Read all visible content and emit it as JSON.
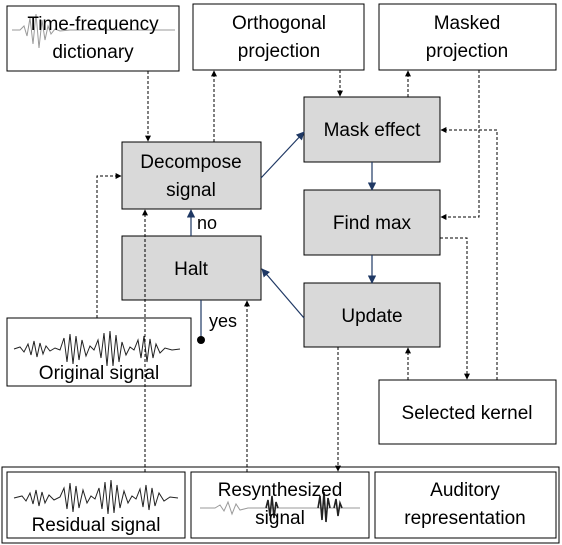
{
  "diagram": {
    "boxes": {
      "tf_dictionary": [
        "Time-frequency",
        "dictionary"
      ],
      "orthogonal_projection": [
        "Orthogonal",
        "projection"
      ],
      "masked_projection": [
        "Masked",
        "projection"
      ],
      "decompose_signal": [
        "Decompose",
        "signal"
      ],
      "mask_effect": "Mask effect",
      "find_max": "Find max",
      "halt": "Halt",
      "update": "Update",
      "original_signal": "Original signal",
      "selected_kernel": "Selected kernel",
      "residual_signal": "Residual signal",
      "resynthesized_signal": [
        "Resynthesized",
        "signal"
      ],
      "auditory_representation": [
        "Auditory",
        "representation"
      ]
    },
    "edge_labels": {
      "no": "no",
      "yes": "yes"
    }
  }
}
